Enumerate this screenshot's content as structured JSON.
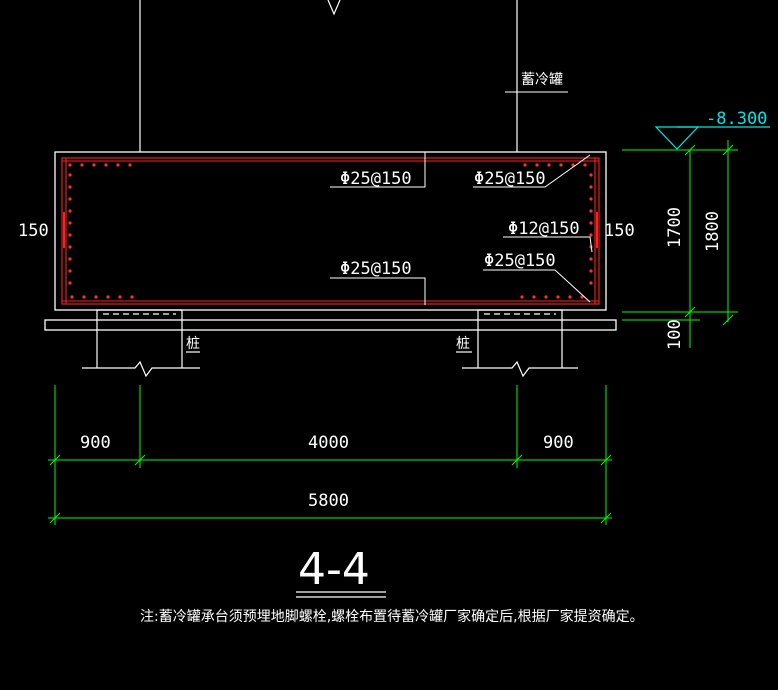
{
  "labels": {
    "tank": "蓄冷罐",
    "rebar_top_left": "Φ25@150",
    "rebar_top_right": "Φ25@150",
    "rebar_mid": "Φ12@150",
    "rebar_bottom_left": "Φ25@150",
    "rebar_bottom_right": "Φ25@150",
    "pile_left": "桩",
    "pile_right": "桩",
    "level": "-8.300"
  },
  "dimensions": {
    "side_left": "150",
    "side_right": "150",
    "height_inner": "1700",
    "height_total": "1800",
    "bottom_thickness": "100",
    "span_left": "900",
    "span_mid": "4000",
    "span_right": "900",
    "span_total": "5800"
  },
  "title": "4-4",
  "note": "注:蓄冷罐承台须预埋地脚螺栓,螺栓布置待蓄冷罐厂家确定后,根据厂家提资确定。",
  "colors": {
    "outline": "#ffffff",
    "rebar": "#ff2020",
    "dimension": "#00ff00",
    "level": "#00e5e5"
  }
}
